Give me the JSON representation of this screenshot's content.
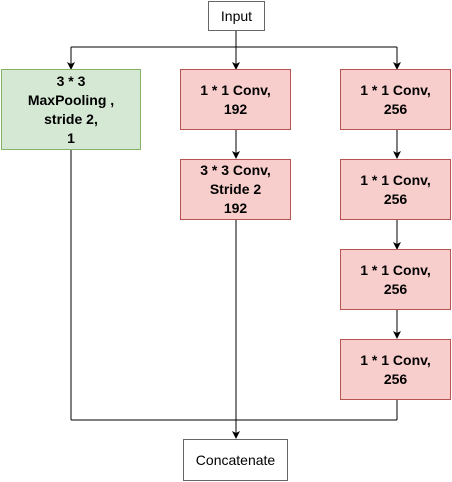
{
  "diagram": {
    "input": "Input",
    "output": "Concatenate",
    "left_branch": {
      "maxpool": "3 * 3\nMaxPooling ,\nstride 2,\n1"
    },
    "middle_branch": {
      "conv1": "1 * 1  Conv,\n192",
      "conv2": "3 * 3 Conv,\nStride 2\n192"
    },
    "right_branch": {
      "conv1": "1 * 1  Conv,\n256",
      "conv2": "1 * 1  Conv,\n256",
      "conv3": "1 * 1  Conv,\n256",
      "conv4": "1 * 1  Conv,\n256"
    }
  },
  "colors": {
    "line": "#000000",
    "plain_fill": "#ffffff",
    "plain_stroke": "#666666",
    "green_fill": "#d5e8d4",
    "green_stroke": "#82b366",
    "red_fill": "#f8cecc",
    "red_stroke": "#b85450"
  }
}
